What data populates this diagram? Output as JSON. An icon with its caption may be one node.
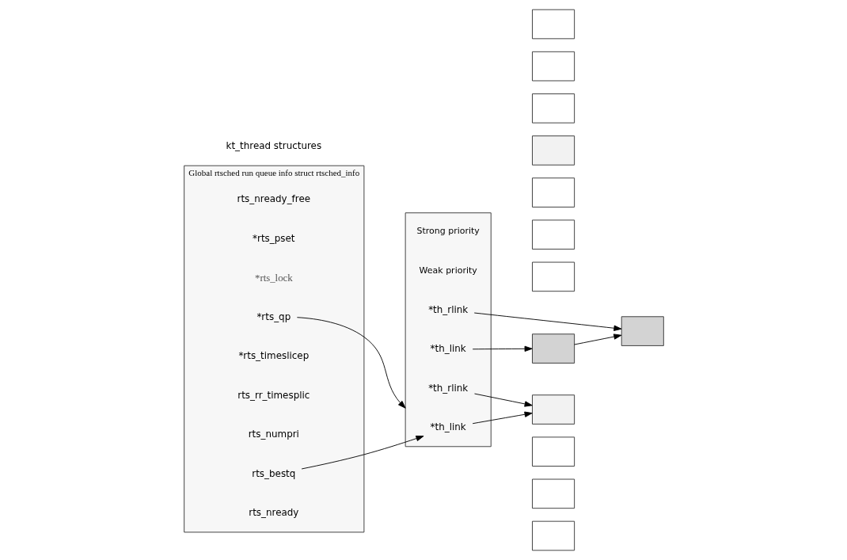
{
  "diagram": {
    "nodes": [
      {
        "text": [
          "Global rtsched run queue info struct rtsched_info"
        ]
      },
      {
        "text": [
          "rts_nready"
        ],
        "in": 0
      },
      {
        "text": [
          "rts_bestq"
        ],
        "in": 0
      },
      {
        "text": [
          "rts_numpri"
        ],
        "in": 0
      },
      {
        "text": [
          "rts_rr_timesplic"
        ],
        "in": 0
      },
      {
        "text": [
          "*rts_timeslicep"
        ],
        "in": 0
      },
      {
        "text": [
          "*rts_qp"
        ],
        "in": 0
      },
      {
        "text": [
          "*rts_lock"
        ],
        "in": 0
      },
      {
        "text": [
          "*rts_pset"
        ],
        "in": 0
      },
      {
        "text": [
          "rts_nready_free"
        ],
        "in": 0
      },
      {
        "text": [],
        "shape": "bar",
        "beside": [
          "Strong priority",
          "Weak priority"
        ]
      },
      {
        "text": [
          "*th_link"
        ],
        "in": 10
      },
      {
        "text": [
          "*th_rlink"
        ],
        "in": 10
      },
      {
        "text": [
          "*th_link"
        ],
        "in": 10
      },
      {
        "text": [
          "*th_rlink"
        ],
        "in": 10
      },
      {
        "text": [],
        "shape": "box"
      },
      {
        "text": [],
        "shape": "box"
      },
      {
        "text": [],
        "shape": "box"
      },
      {
        "text": [],
        "shape": "box"
      },
      {
        "text": [],
        "shape": "box"
      },
      {
        "text": [],
        "shape": "box"
      },
      {
        "text": [],
        "shape": "box"
      },
      {
        "text": [],
        "shape": "box"
      },
      {
        "text": [],
        "shape": "box"
      },
      {
        "text": [],
        "shape": "box"
      },
      {
        "text": [],
        "shape": "box"
      },
      {
        "text": [],
        "shape": "box"
      },
      {
        "text": [],
        "shape": "box"
      }
    ],
    "edges": [
      {
        "from": 2,
        "to": 11,
        "arrow": "to"
      },
      {
        "from": 6,
        "to": 10,
        "arrow": "to"
      },
      {
        "from": 11,
        "to": 18,
        "arrow": "to"
      },
      {
        "from": 12,
        "to": 18,
        "arrow": "to"
      },
      {
        "from": 13,
        "to": 24,
        "arrow": "to"
      },
      {
        "from": 14,
        "to": 22,
        "arrow": "to"
      },
      {
        "from": 24,
        "to": 22,
        "arrow": "to"
      }
    ],
    "labels": [
      "kt_thread structures"
    ]
  }
}
